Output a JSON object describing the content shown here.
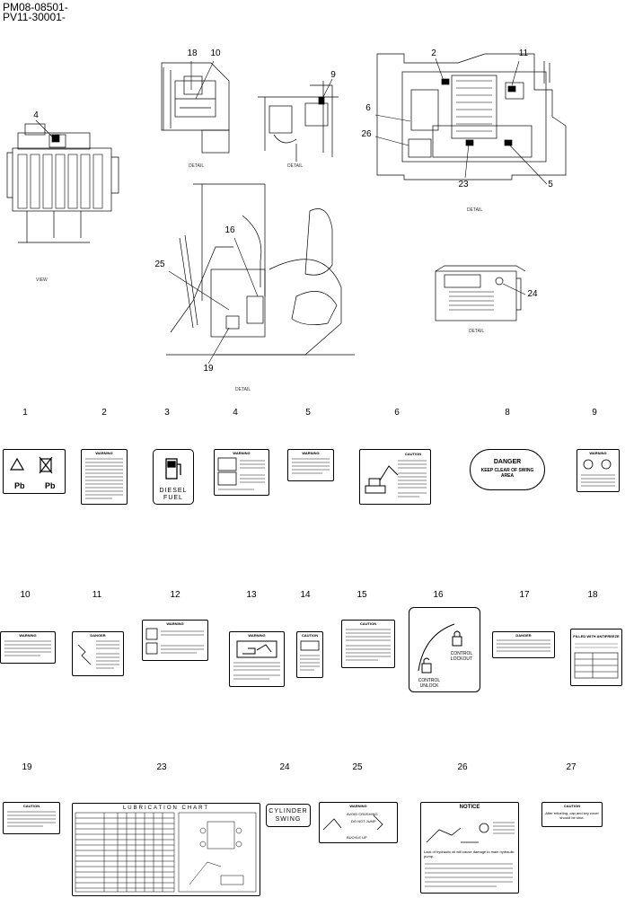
{
  "header": {
    "line1": "PM08-08501-",
    "line2": "PV11-30001-"
  },
  "views": {
    "left_view": "VIEW",
    "detail_a": "DETAIL",
    "detail_b": "DETAIL",
    "detail_c": "DETAIL",
    "detail_d": "DETAIL",
    "detail_e": "DETAIL"
  },
  "callouts": {
    "c4": "4",
    "c18": "18",
    "c10": "10",
    "c9": "9",
    "c2": "2",
    "c11": "11",
    "c6": "6",
    "c26": "26",
    "c23": "23",
    "c5": "5",
    "c16": "16",
    "c25": "25",
    "c19": "19",
    "c24": "24"
  },
  "parts_row1": [
    {
      "no": "1",
      "text": "Pb  Pb"
    },
    {
      "no": "2",
      "text": "WARNING"
    },
    {
      "no": "3",
      "text": "DIESEL FUEL"
    },
    {
      "no": "4",
      "text": "WARNING"
    },
    {
      "no": "5",
      "text": "WARNING"
    },
    {
      "no": "6",
      "text": "CAUTION"
    },
    {
      "no": "8",
      "text": "DANGER  KEEP CLEAR OF SWING AREA"
    },
    {
      "no": "9",
      "text": "WARNING"
    }
  ],
  "parts_row2": [
    {
      "no": "10",
      "text": "WARNING"
    },
    {
      "no": "11",
      "text": "DANGER"
    },
    {
      "no": "12",
      "text": "WARNING"
    },
    {
      "no": "13",
      "text": "WARNING"
    },
    {
      "no": "14",
      "text": "CAUTION"
    },
    {
      "no": "15",
      "text": "CAUTION"
    },
    {
      "no": "16",
      "text": "CONTROL LOCKOUT  CONTROL UNLOCK"
    },
    {
      "no": "17",
      "text": "DANGER"
    },
    {
      "no": "18",
      "text": "FILLED WITH ANTIFREEZE"
    }
  ],
  "parts_row3": [
    {
      "no": "19",
      "text": "CAUTION"
    },
    {
      "no": "23",
      "text": "LUBRICATION CHART"
    },
    {
      "no": "24",
      "text": "CYLINDER SWING"
    },
    {
      "no": "25",
      "text": "WARNING"
    },
    {
      "no": "26",
      "text": "NOTICE"
    },
    {
      "no": "27",
      "text": "CAUTION"
    }
  ],
  "label_texts": {
    "l1_pb": "Pb",
    "l3": "DIESEL FUEL",
    "l8_danger": "DANGER",
    "l8_keep": "KEEP CLEAR OF SWING AREA",
    "l16_lock": "CONTROL LOCKOUT",
    "l16_unlock": "CONTROL UNLOCK",
    "l18": "FILLED WITH ANTIFREEZE",
    "l23": "LUBRICATION CHART",
    "l24a": "CYLINDER",
    "l24b": "SWING",
    "l25_a": "AVOID CRUSHING",
    "l25_b": "DO NOT JUMP",
    "l25_c": "BUCKLE UP",
    "l26_body": "Lack of hydraulic oil will cause damage to main hydraulic pump.",
    "l27": "After refueling, cap and key cover should be shut."
  },
  "colors": {
    "line": "#000000",
    "gray": "#555555"
  }
}
